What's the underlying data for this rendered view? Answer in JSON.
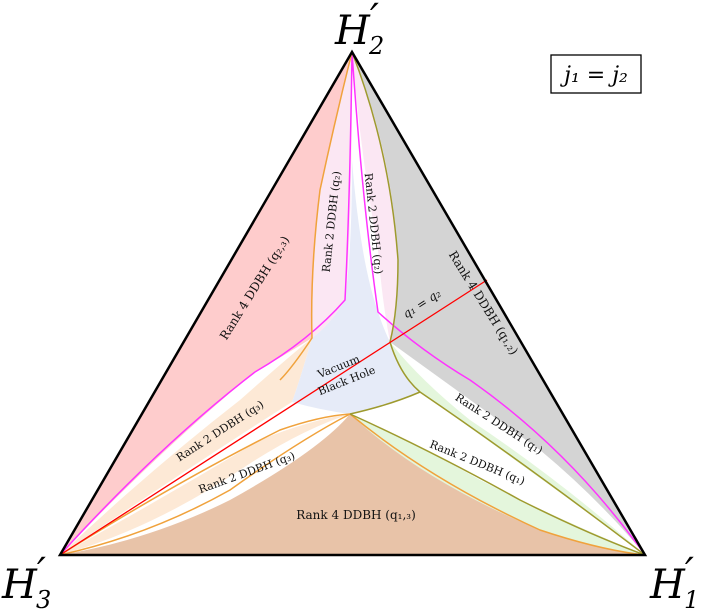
{
  "vertices": {
    "top": {
      "base": "H",
      "prime": "′",
      "sub": "2"
    },
    "left": {
      "base": "H",
      "prime": "′",
      "sub": "3"
    },
    "right": {
      "base": "H",
      "prime": "′",
      "sub": "1"
    }
  },
  "condition_box": "j₁ = j₂",
  "regions": {
    "rank4_q23": "Rank 4 DDBH (q₂,₃)",
    "rank4_q12": "Rank 4 DDBH (q₁,₂)",
    "rank4_q13": "Rank 4 DDBH (q₁,₃)",
    "rank2_q2_a": "Rank 2 DDBH (q₂)",
    "rank2_q2_b": "Rank 2 DDBH (q₂)",
    "rank2_q3_a": "Rank 2 DDBH (q₃)",
    "rank2_q3_b": "Rank 2 DDBH (q₃)",
    "rank2_q1_a": "Rank 2 DDBH (q₁)",
    "rank2_q1_b": "Rank 2 DDBH (q₁)",
    "vacuum_line1": "Vacuum",
    "vacuum_line2": "Black Hole",
    "equality_line": "q₁ = q₂"
  },
  "colors": {
    "rank4_q23": "#fecccc",
    "rank4_q12": "#d4d4d4",
    "rank4_q13": "#e8c3a8",
    "rank2_q2": "#fbe7f3",
    "rank2_q3": "#fde9d6",
    "rank2_q1": "#e4f6dc",
    "vacuum": "#e6ebf8",
    "magenta_curve": "#ff33ff",
    "orange_curve": "#f0a23c",
    "olive_curve": "#9e9a2e",
    "red_line": "#ff0000"
  }
}
